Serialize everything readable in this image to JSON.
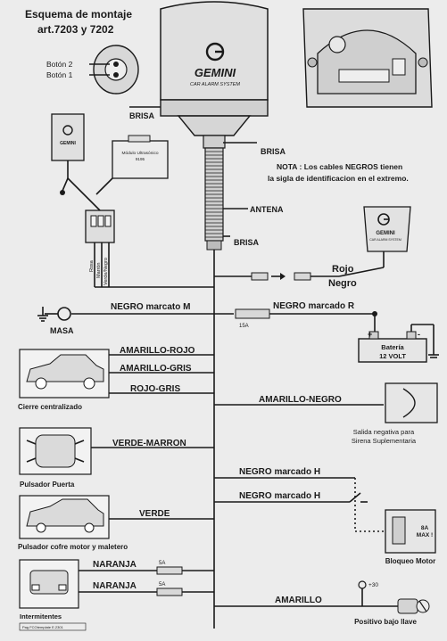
{
  "header": {
    "title": "Esquema de montaje",
    "subtitle": "art.7203 y 7202"
  },
  "remote": {
    "button2": "Botón 2",
    "button1": "Botón 1"
  },
  "unit": {
    "brand": "GEMINI",
    "tagline": "CAR ALARM SYSTEM"
  },
  "modules": {
    "receiver_brand": "GEMINI",
    "ultrasonic_label": "Módulo Ultrasónico",
    "ultrasonic_code": "9195",
    "siren_brand": "GEMINI",
    "siren_tagline": "CAR ALARM SYSTEM"
  },
  "connector_wires": [
    "Rosa",
    "Marrón",
    "Verde/Negro"
  ],
  "brisa": [
    "BRISA",
    "BRISA",
    "BRISA"
  ],
  "antenna": "ANTENA",
  "note": {
    "line1": "NOTA : Los cables NEGROS tienen",
    "line2": "la sigla de identificacion en el extremo."
  },
  "siren_wires": {
    "red": "Rojo",
    "black": "Negro"
  },
  "ground": {
    "wire": "NEGRO marcato M",
    "label": "MASA"
  },
  "battery": {
    "wire": "NEGRO marcado R",
    "fuse": "15A",
    "label": "Batería",
    "voltage": "12 VOLT",
    "plus": "+",
    "minus": "-"
  },
  "central_lock": {
    "wires": [
      "AMARILLO-ROJO",
      "AMARILLO-GRIS",
      "ROJO-GRIS"
    ],
    "label": "Cierre centralizado"
  },
  "aux_siren": {
    "wire": "AMARILLO-NEGRO",
    "line1": "Salida negativa para",
    "line2": "Sirena Suplementaria"
  },
  "door": {
    "wire": "VERDE-MARRON",
    "label": "Pulsador Puerta"
  },
  "h_wires": [
    "NEGRO marcado H",
    "NEGRO marcado H"
  ],
  "hood": {
    "wire": "VERDE",
    "label": "Pulsador cofre motor y maletero"
  },
  "engine_block": {
    "rating1": "8A",
    "rating2": "MAX !",
    "label": "Bloqueo Motor"
  },
  "indicators": {
    "wires": [
      "NARANJA",
      "NARANJA"
    ],
    "fuses": [
      "5A",
      "5A"
    ],
    "label": "Intermitentes"
  },
  "ignition": {
    "wire": "AMARILLO",
    "terminal": "+30",
    "label": "Positivo bajo llave"
  },
  "footer_code": "Pag FCOtemplate E.2301"
}
